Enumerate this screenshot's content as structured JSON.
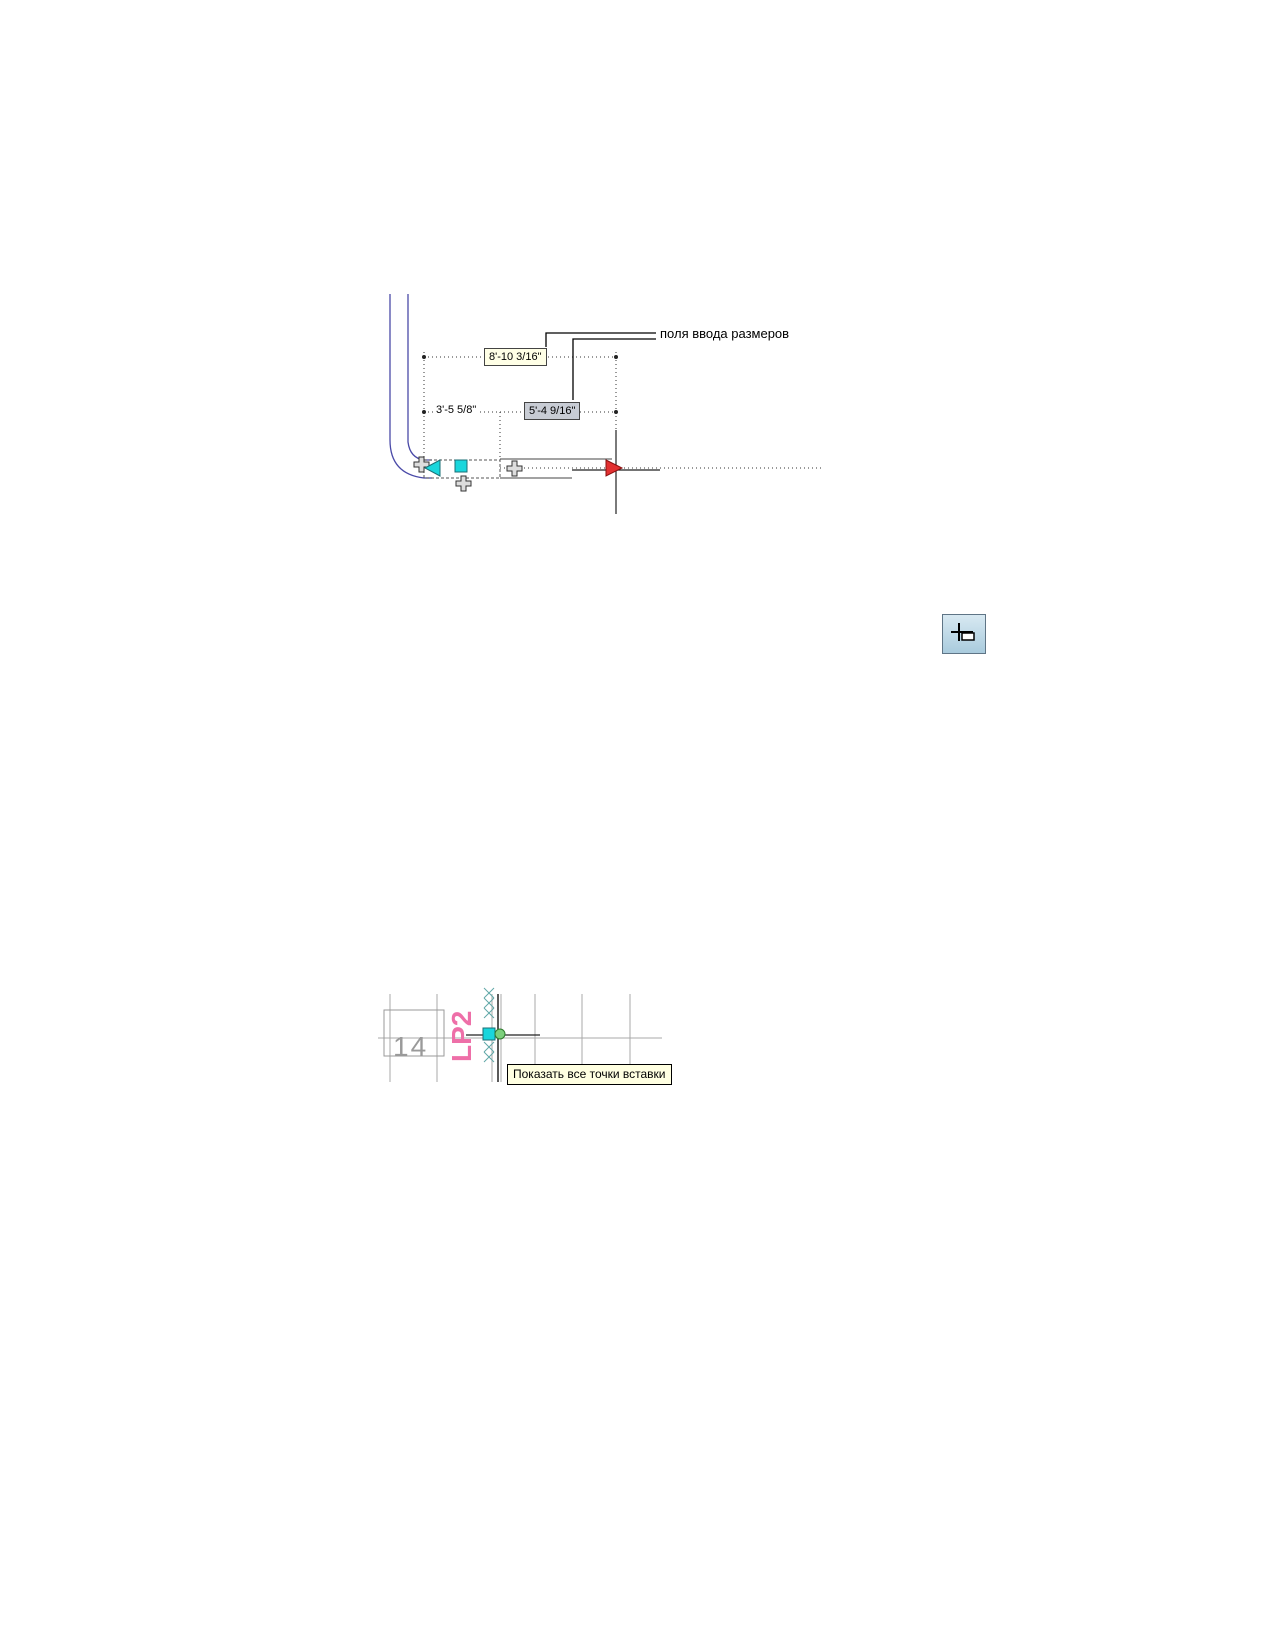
{
  "figure1": {
    "callout_label": "поля ввода размеров",
    "dim_total": "8'-10 3/16\"",
    "dim_left": "3'-5 5/8\"",
    "dim_right": "5'-4 9/16\""
  },
  "toolbar_button": {
    "icon": "add-insertion-point-icon"
  },
  "figure2": {
    "grid_label": "14",
    "pipe_label": "LP2",
    "tooltip": "Показать все точки вставки"
  },
  "colors": {
    "pipe_line": "#4a4aa8",
    "grip_cyan": "#19d6dc",
    "grip_red": "#e23030",
    "grid_gray": "#a8a8a8",
    "label_pink": "#ee6fa8",
    "tooltip_bg": "#ffffe1",
    "button_bg": "#b8d6e6"
  }
}
